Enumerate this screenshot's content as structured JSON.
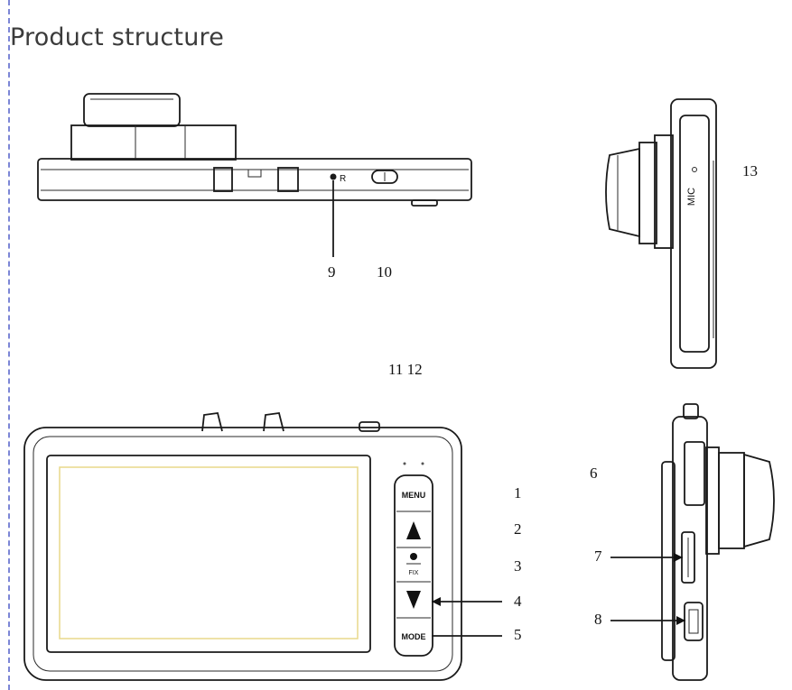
{
  "title": "Product structure",
  "callouts": {
    "c1": "1",
    "c2": "2",
    "c3": "3",
    "c4": "4",
    "c5": "5",
    "c6": "6",
    "c7": "7",
    "c8": "8",
    "c9": "9",
    "c10": "10",
    "c11_12": "11  12",
    "c13": "13"
  },
  "device_labels": {
    "menu": "MENU",
    "ok_small": "FIX",
    "mode": "MODE",
    "mic": "MIC",
    "r": "R"
  }
}
